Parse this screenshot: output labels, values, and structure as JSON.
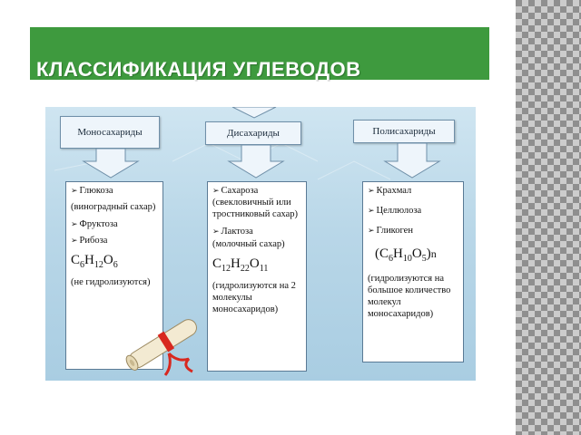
{
  "title": "КЛАССИФИКАЦИЯ УГЛЕВОДОВ",
  "colors": {
    "title_bar": "#3e9a3e",
    "diagram_bg": "#b9d7e8",
    "ribbon": "#d8281f"
  },
  "headers": {
    "mono": "Моносахариды",
    "di": "Дисахариды",
    "poly": "Полисахариды"
  },
  "mono": {
    "items": [
      {
        "label": "Глюкоза",
        "note": "(виноградный сахар)"
      },
      {
        "label": "Фруктоза"
      },
      {
        "label": "Рибоза"
      }
    ],
    "formula": {
      "a": "C",
      "a_n": "6",
      "b": "H",
      "b_n": "12",
      "c": "O",
      "c_n": "6"
    },
    "hydrolysis": "(не гидролизуются)"
  },
  "di": {
    "items": [
      {
        "label": "Сахароза",
        "note": "(свекловичный или тростниковый сахар)"
      },
      {
        "label": "Лактоза",
        "note": "(молочный сахар)"
      }
    ],
    "formula": {
      "a": "C",
      "a_n": "12",
      "b": "H",
      "b_n": "22",
      "c": "O",
      "c_n": "11"
    },
    "hydrolysis": "(гидролизуются на 2 молекулы моносахаридов)"
  },
  "poly": {
    "items": [
      {
        "label": "Крахмал"
      },
      {
        "label": "Целлюлоза"
      },
      {
        "label": "Гликоген"
      }
    ],
    "formula": {
      "open": "(",
      "a": "C",
      "a_n": "6",
      "b": "H",
      "b_n": "10",
      "c": "O",
      "c_n": "5",
      "close": ")",
      "n": "n"
    },
    "hydrolysis": "(гидролизуются на большое количество молекул моносахаридов)"
  }
}
